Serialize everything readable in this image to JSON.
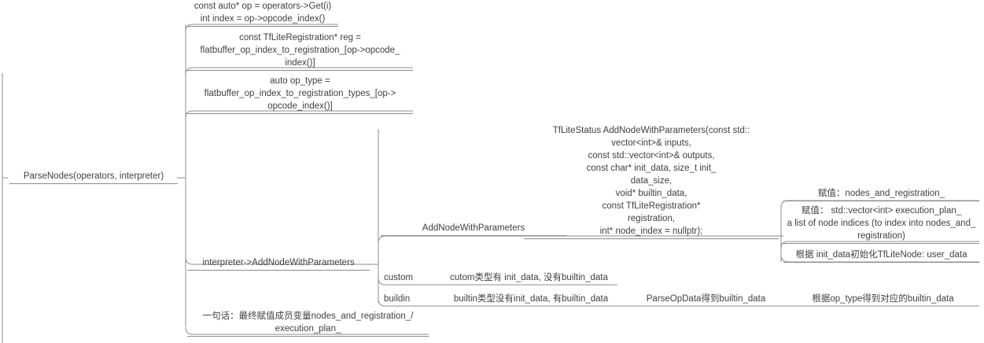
{
  "diagram": {
    "title": "ParseNodes mind map",
    "style": {
      "line_color": "#8c8c8c",
      "text_color": "#3f3f3f",
      "background": "#ffffff"
    }
  },
  "nodes": {
    "root": "ParseNodes(operators, interpreter)",
    "op_get": "const auto* op = operators->Get(i)\nint index = op->opcode_index()",
    "reg_lookup": "const TfLiteRegistration* reg =\nflatbuffer_op_index_to_registration_[op->opcode_\nindex()]",
    "op_type": "auto op_type =\nflatbuffer_op_index_to_registration_types_[op->\nopcode_index()]",
    "interpreter_call": "interpreter->AddNodeWithParameters",
    "summary": "一句话：最终赋值成员变量nodes_and_registration_/\nexecution_plan_",
    "add_node_label": "AddNodeWithParameters",
    "signature": "TfLiteStatus AddNodeWithParameters(const std::\nvector<int>& inputs,\nconst std::vector<int>& outputs,\nconst char* init_data,  size_t init_\ndata_size,\nvoid* builtin_data,\nconst TfLiteRegistration*\nregistration,\nint* node_index = nullptr);",
    "assign_nodes_and_registration": "赋值：nodes_and_registration_",
    "assign_execution_plan": "赋值： std::vector<int> execution_plan_\na list of node indices (to index into nodes_and_\nregistration)",
    "init_user_data": "根据 init_data初始化TfLiteNode: user_data",
    "custom_label": "custom",
    "custom_desc": "cutom类型有 init_data, 没有builtin_data",
    "buildin_label": "buildin",
    "buildin_desc": "builtin类型没有init_data, 有builtin_data",
    "parse_op_data": "ParseOpData得到builtin_data",
    "op_type_builtin": "根据op_type得到对应的builtin_data"
  }
}
